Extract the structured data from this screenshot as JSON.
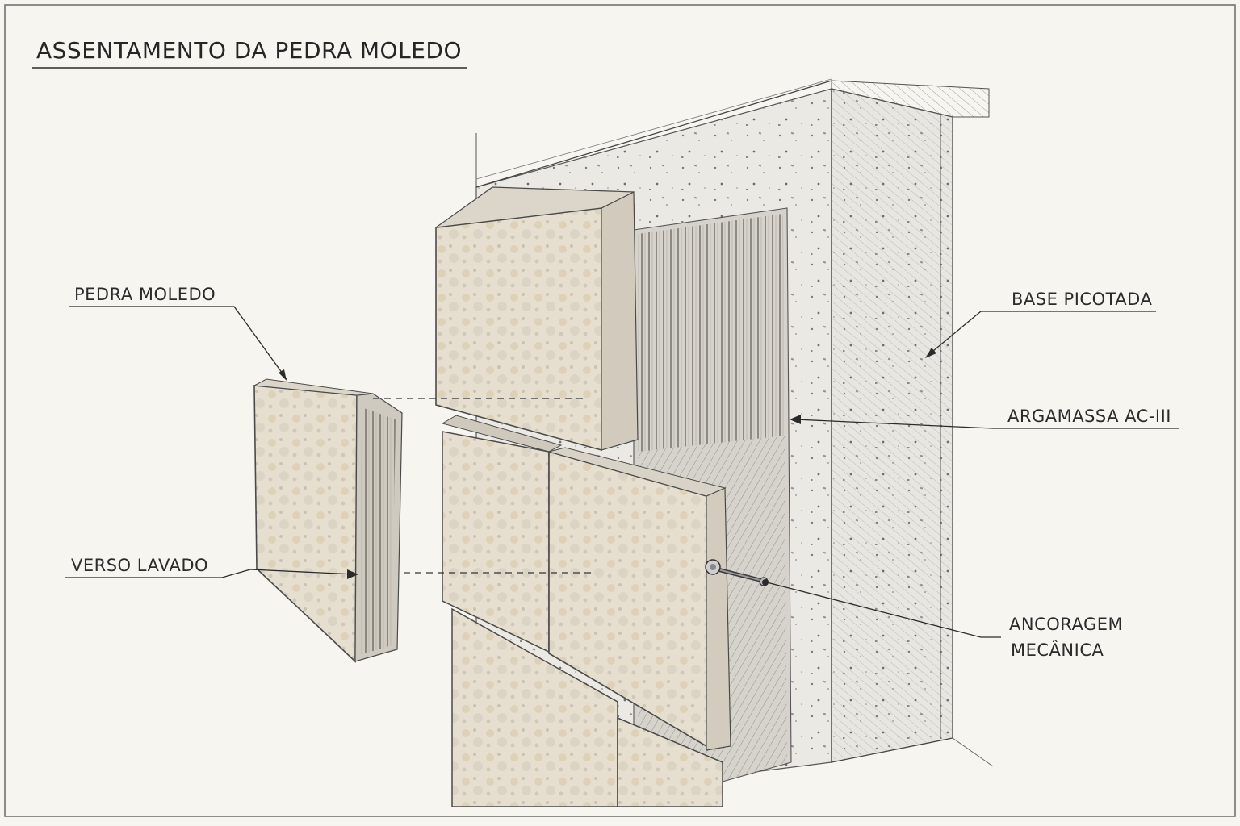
{
  "title": "ASSENTAMENTO DA PEDRA MOLEDO",
  "labels": {
    "pedra": "PEDRA MOLEDO",
    "verso": "VERSO LAVADO",
    "base": "BASE PICOTADA",
    "argamassa": "ARGAMASSA AC-III",
    "ancoragem_line1": "ANCORAGEM",
    "ancoragem_line2": "MECÂNICA"
  },
  "colors": {
    "paper": "#f7f5f0",
    "ink": "#2b2b2b",
    "stone": "#e3dccd",
    "stone_warm": "#d9c9ad",
    "concrete": "#e8e6e1",
    "mortar": "#d6d3cc"
  }
}
